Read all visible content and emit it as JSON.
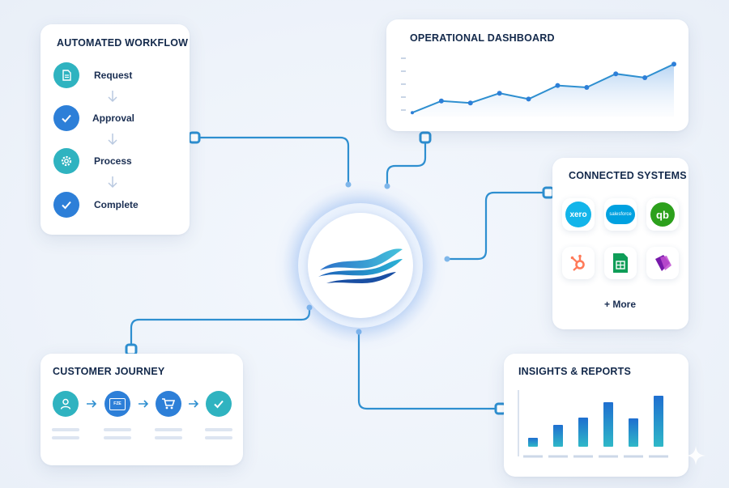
{
  "workflow": {
    "title": "AUTOMATED WORKFLOW",
    "steps": [
      {
        "label": "Request",
        "icon": "document-icon"
      },
      {
        "label": "Approval",
        "icon": "check-icon"
      },
      {
        "label": "Process",
        "icon": "gear-icon"
      },
      {
        "label": "Complete",
        "icon": "check-icon"
      }
    ]
  },
  "dashboard": {
    "title": "OPERATIONAL DASHBOARD"
  },
  "systems": {
    "title": "CONNECTED SYSTEMS",
    "logos": [
      {
        "name": "xero-logo",
        "text": "xero",
        "color": "#13b5ea"
      },
      {
        "name": "salesforce-logo",
        "text": "salesforce",
        "color": "#00a1e0"
      },
      {
        "name": "quickbooks-logo",
        "text": "qb",
        "color": "#2ca01c"
      },
      {
        "name": "hubspot-logo",
        "text": "",
        "color": "#ff7a59"
      },
      {
        "name": "google-sheets-logo",
        "text": "",
        "color": "#0f9d58"
      },
      {
        "name": "onenote-logo",
        "text": "",
        "color": "#7719aa"
      }
    ],
    "more_label": "+ More"
  },
  "journey": {
    "title": "CUSTOMER JOURNEY",
    "steps": [
      {
        "icon": "user-icon"
      },
      {
        "icon": "chat-icon",
        "text": "FZE"
      },
      {
        "icon": "cart-icon"
      },
      {
        "icon": "check-icon"
      }
    ]
  },
  "insights": {
    "title": "INSIGHTS & REPORTS"
  },
  "colors": {
    "teal": "#2fb3c0",
    "blue": "#2d7fd8",
    "connector": "#2e8fd0",
    "navy": "#13294b"
  },
  "chart_data": [
    {
      "type": "area",
      "title": "OPERATIONAL DASHBOARD",
      "x": [
        0,
        1,
        2,
        3,
        4,
        5,
        6,
        7,
        8,
        9
      ],
      "series": [
        {
          "values": [
            4,
            16,
            14,
            24,
            18,
            32,
            30,
            44,
            40,
            54
          ]
        }
      ],
      "ylim": [
        0,
        60
      ],
      "grid": false
    },
    {
      "type": "bar",
      "title": "INSIGHTS & REPORTS",
      "categories": [
        "1",
        "2",
        "3",
        "4",
        "5",
        "6"
      ],
      "values": [
        11,
        27,
        36,
        55,
        35,
        63
      ],
      "ylim": [
        0,
        70
      ],
      "grid": false
    }
  ]
}
